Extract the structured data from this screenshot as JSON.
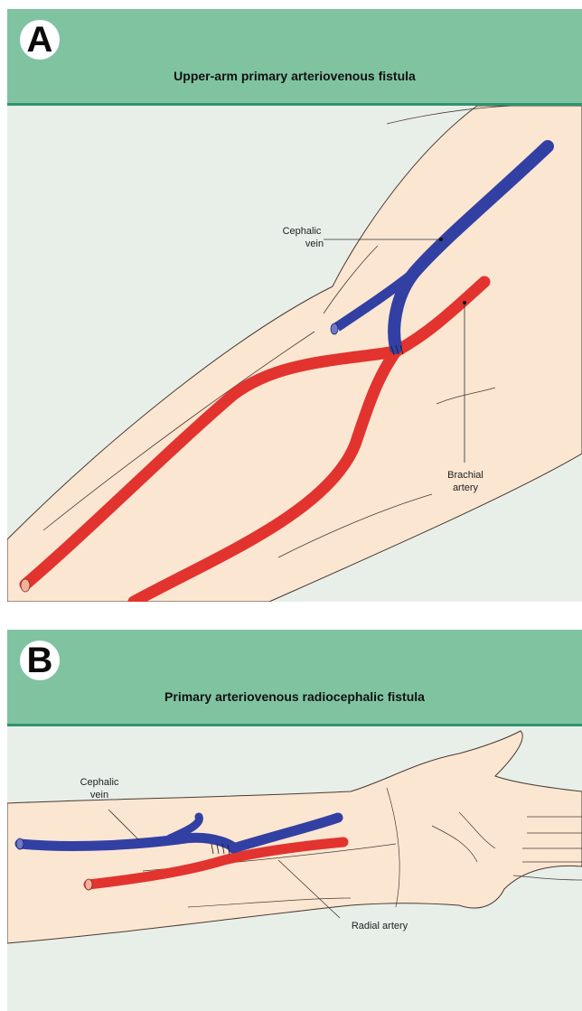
{
  "panels": [
    {
      "letter": "A",
      "title": "Upper-arm primary arteriovenous fistula",
      "labels": {
        "cephalic_vein_1": "Cephalic",
        "cephalic_vein_2": "vein",
        "brachial_artery_1": "Brachial",
        "brachial_artery_2": "artery"
      }
    },
    {
      "letter": "B",
      "title": "Primary arteriovenous radiocephalic fistula",
      "labels": {
        "cephalic_vein_1": "Cephalic",
        "cephalic_vein_2": "vein",
        "radial_artery": "Radial artery"
      }
    }
  ],
  "colors": {
    "header": "#80c3a1",
    "header_rule": "#2f9270",
    "background": "#e8efe9",
    "skin": "#fbe6d2",
    "outline": "#4a3a30",
    "artery": "#e2332f",
    "vein": "#3340a3"
  }
}
